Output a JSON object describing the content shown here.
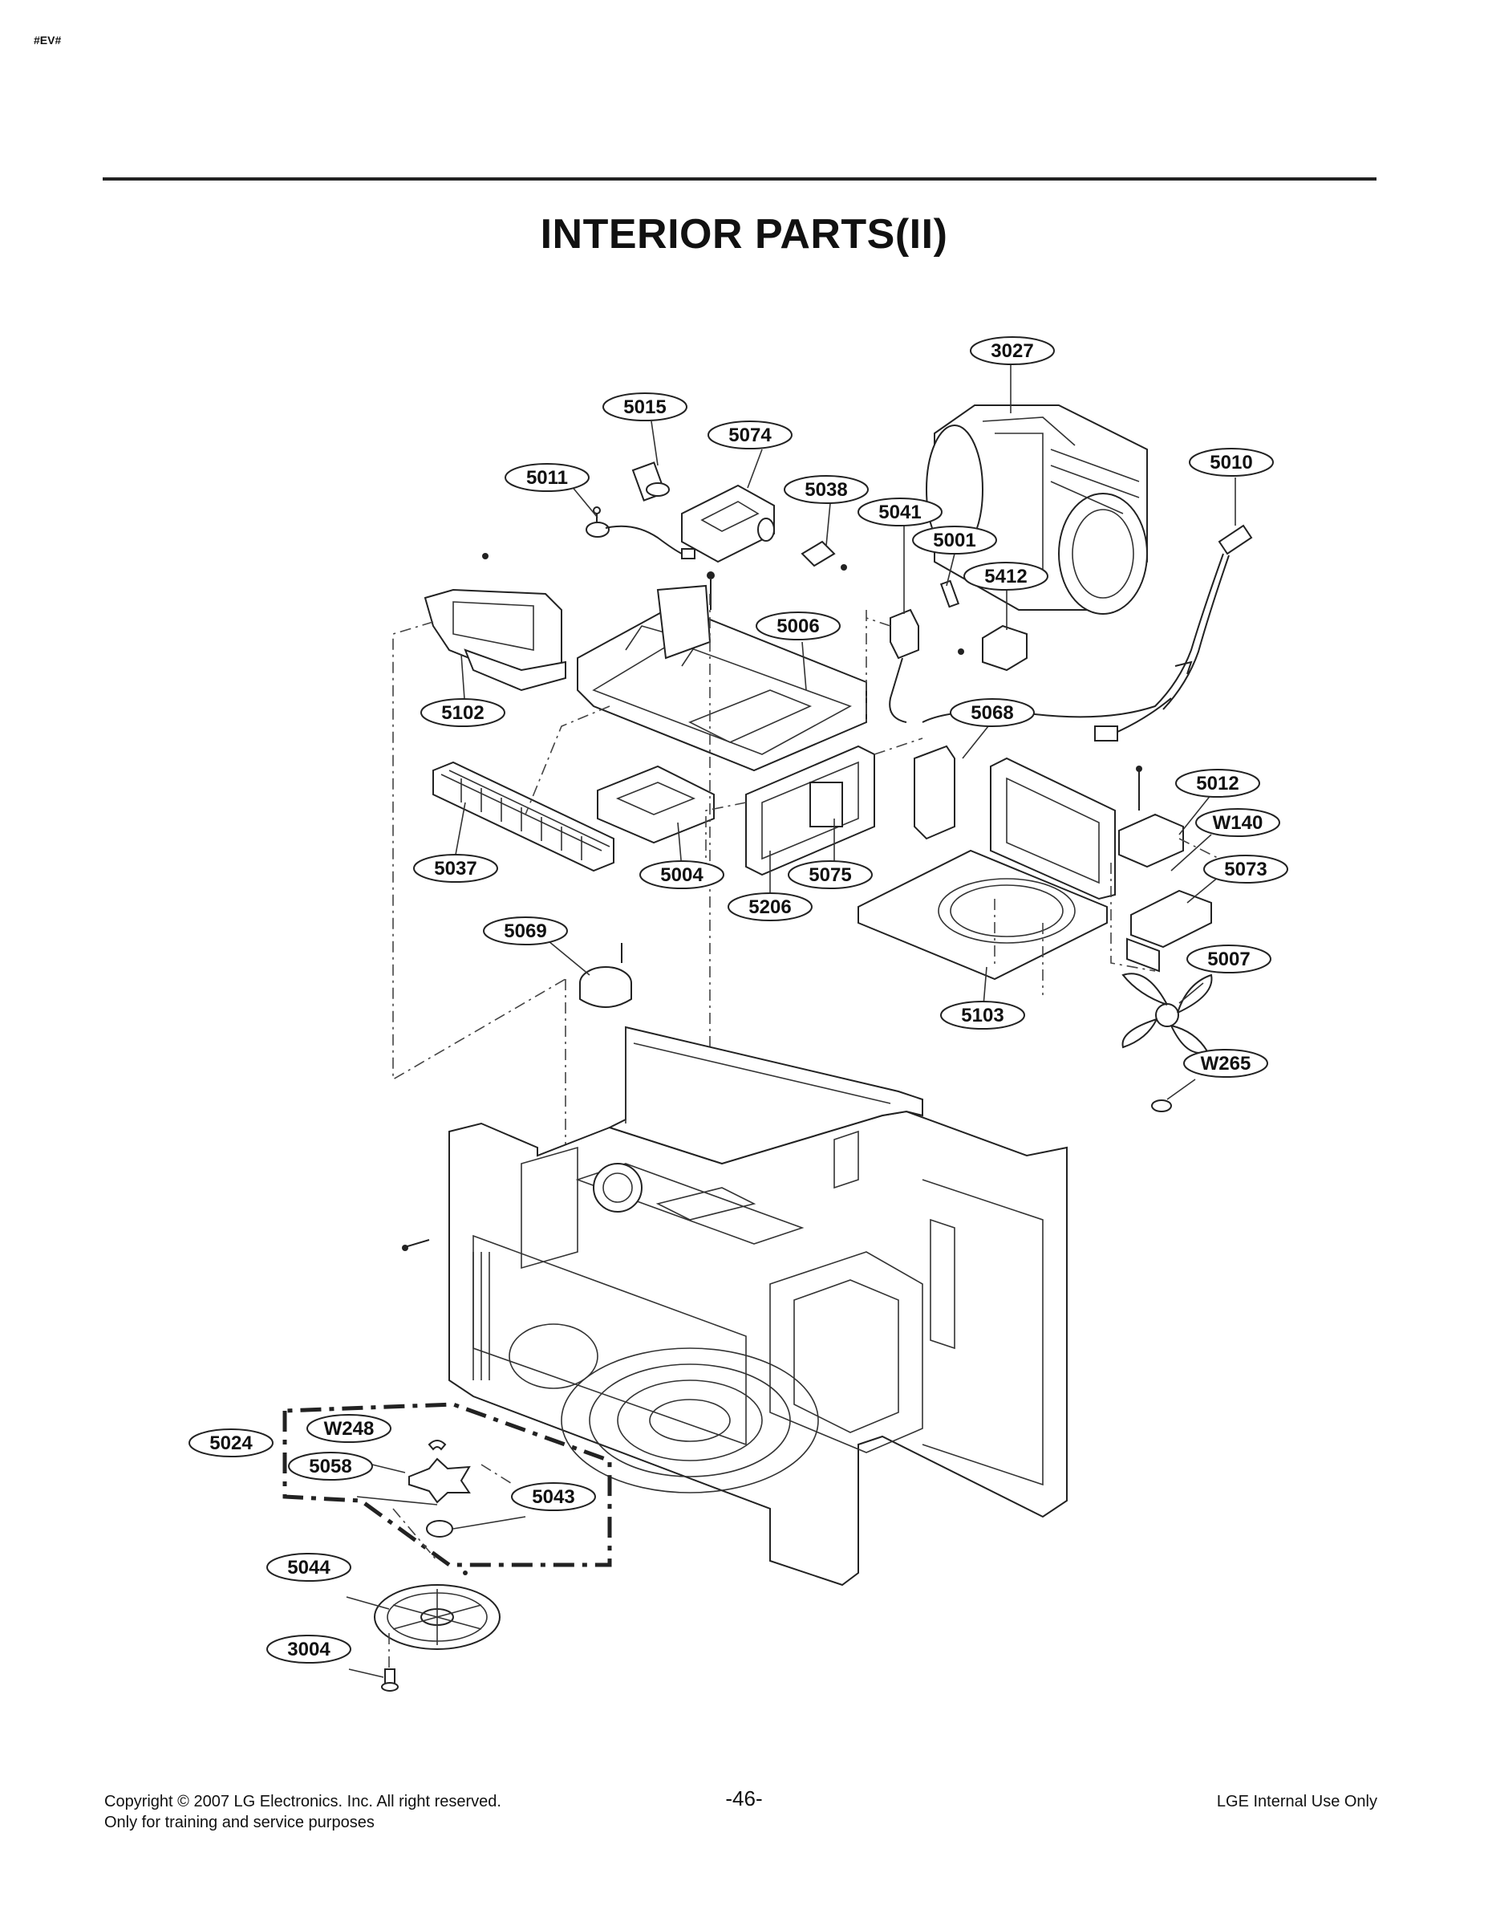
{
  "header": {
    "tag": "#EV#",
    "title": "INTERIOR PARTS(II)"
  },
  "callouts": {
    "c3027": "3027",
    "c5015": "5015",
    "c5074": "5074",
    "c5010": "5010",
    "c5011": "5011",
    "c5038": "5038",
    "c5041": "5041",
    "c5001": "5001",
    "c5412": "5412",
    "c5006": "5006",
    "c5102": "5102",
    "c5068": "5068",
    "c5012": "5012",
    "cW140": "W140",
    "c5073": "5073",
    "c5037": "5037",
    "c5004": "5004",
    "c5075": "5075",
    "c5206": "5206",
    "c5069": "5069",
    "c5007": "5007",
    "c5103": "5103",
    "cW265": "W265",
    "c5024": "5024",
    "cW248": "W248",
    "c5058": "5058",
    "c5043": "5043",
    "c5044": "5044",
    "c3004": "3004"
  },
  "footer": {
    "copyright": "Copyright © 2007 LG Electronics. Inc. All right reserved.",
    "purpose": "Only for training and service purposes",
    "page": "-46-",
    "internal": "LGE Internal Use Only"
  }
}
